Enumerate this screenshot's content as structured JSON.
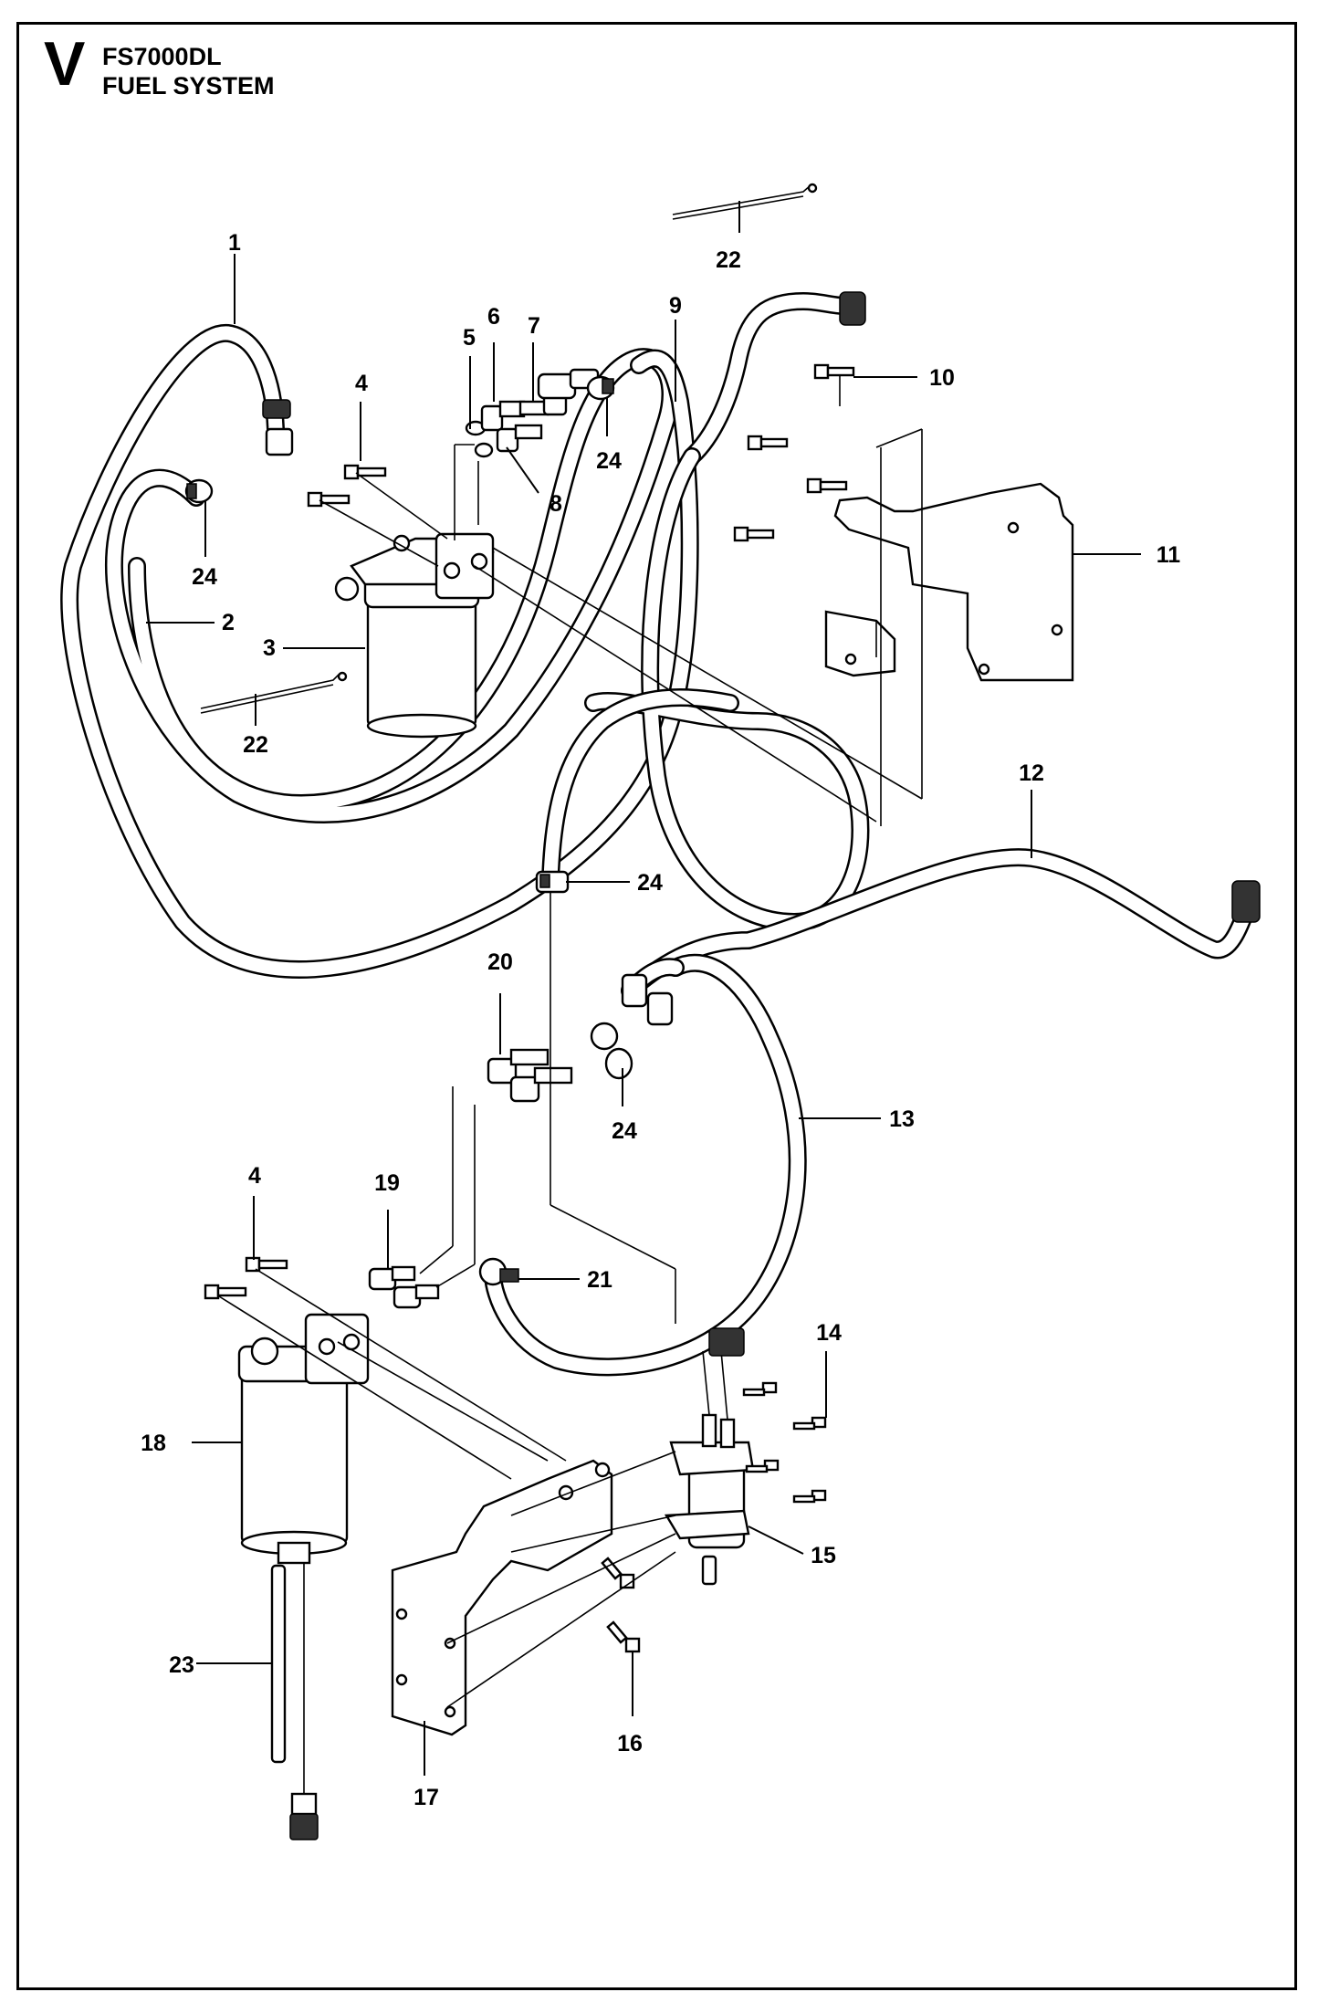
{
  "header": {
    "section_letter": "V",
    "model": "FS7000DL",
    "title": "FUEL SYSTEM"
  },
  "callouts": [
    {
      "id": "c1",
      "label": "1"
    },
    {
      "id": "c2",
      "label": "2"
    },
    {
      "id": "c3",
      "label": "3"
    },
    {
      "id": "c4a",
      "label": "4"
    },
    {
      "id": "c4b",
      "label": "4"
    },
    {
      "id": "c5",
      "label": "5"
    },
    {
      "id": "c6",
      "label": "6"
    },
    {
      "id": "c7",
      "label": "7"
    },
    {
      "id": "c8",
      "label": "8"
    },
    {
      "id": "c9",
      "label": "9"
    },
    {
      "id": "c10",
      "label": "10"
    },
    {
      "id": "c11",
      "label": "11"
    },
    {
      "id": "c12",
      "label": "12"
    },
    {
      "id": "c13",
      "label": "13"
    },
    {
      "id": "c14",
      "label": "14"
    },
    {
      "id": "c15",
      "label": "15"
    },
    {
      "id": "c16",
      "label": "16"
    },
    {
      "id": "c17",
      "label": "17"
    },
    {
      "id": "c18",
      "label": "18"
    },
    {
      "id": "c19",
      "label": "19"
    },
    {
      "id": "c20",
      "label": "20"
    },
    {
      "id": "c21",
      "label": "21"
    },
    {
      "id": "c22a",
      "label": "22"
    },
    {
      "id": "c22b",
      "label": "22"
    },
    {
      "id": "c23",
      "label": "23"
    },
    {
      "id": "c24a",
      "label": "24"
    },
    {
      "id": "c24b",
      "label": "24"
    },
    {
      "id": "c24c",
      "label": "24"
    },
    {
      "id": "c24d",
      "label": "24"
    }
  ]
}
